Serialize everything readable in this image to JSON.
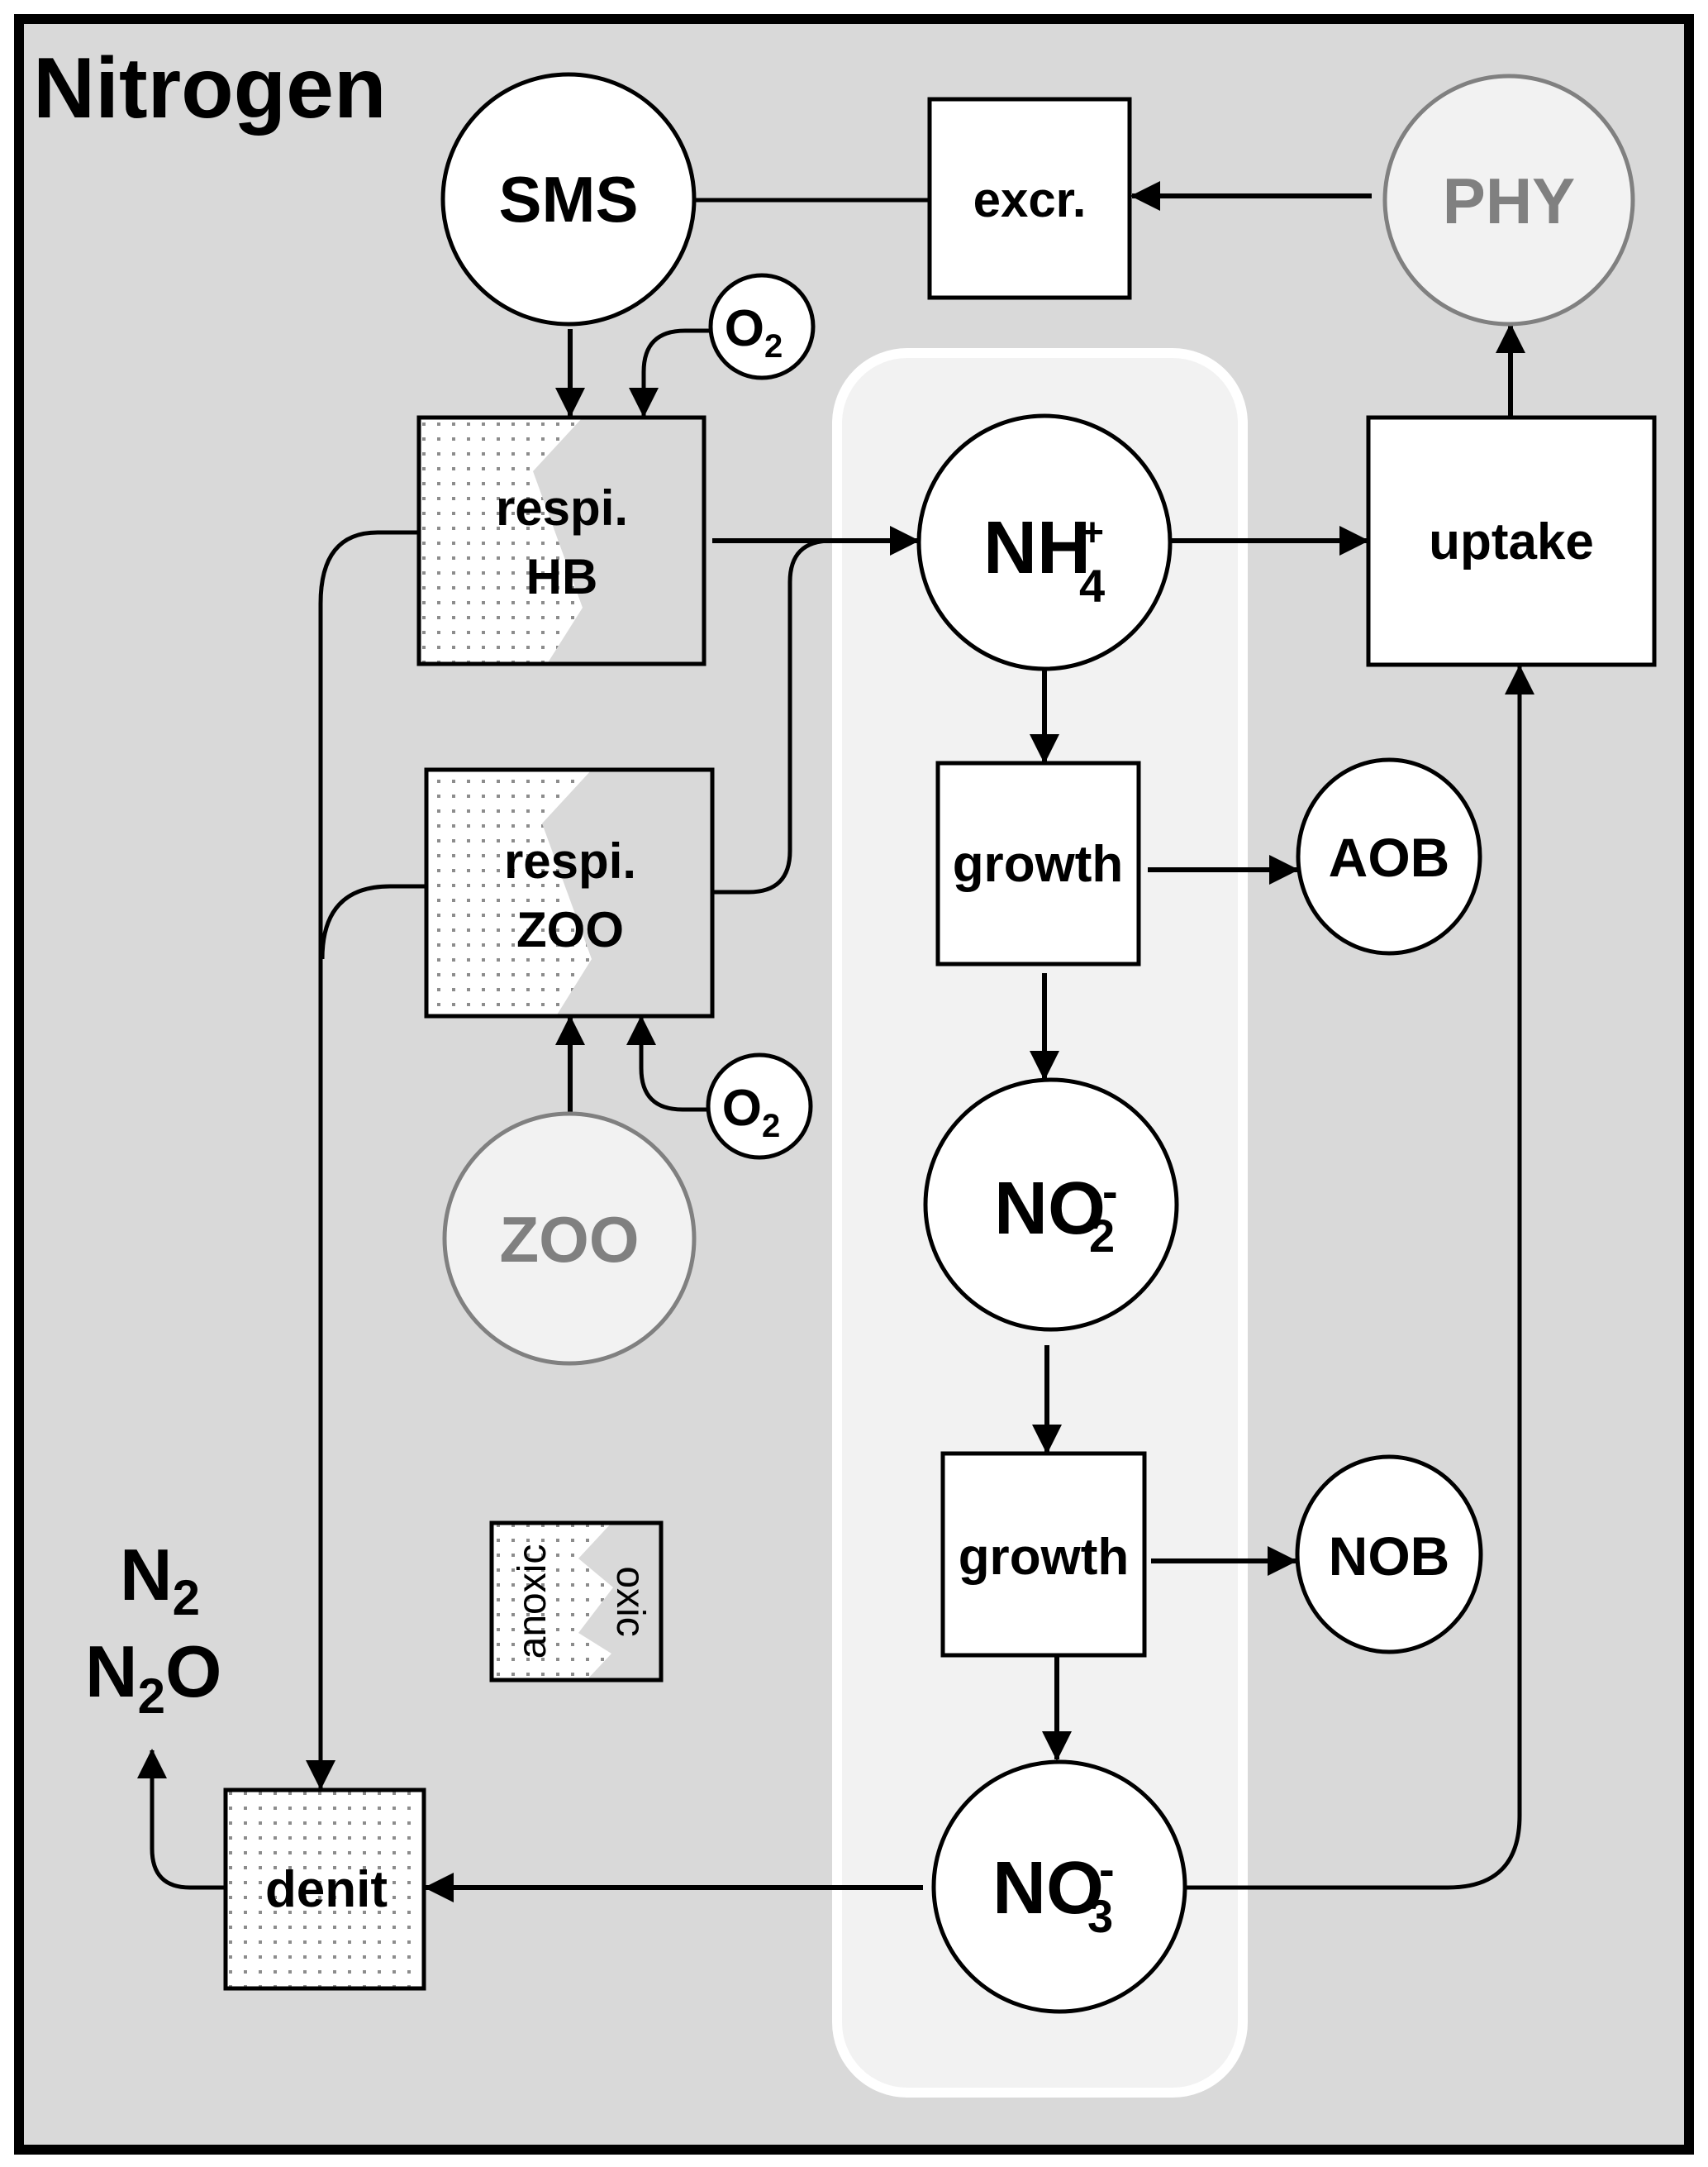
{
  "title": "Nitrogen",
  "colors": {
    "background": "#d9d9d9",
    "panel": "#f2f2f2",
    "panel_border": "#ffffff",
    "outline": "#000000",
    "external_pool": "#808080",
    "stipple": "#8c8c8c"
  },
  "pools": {
    "sms": "SMS",
    "phy": "PHY",
    "zoo": "ZOO",
    "aob": "AOB",
    "nob": "NOB",
    "o2_top": {
      "base": "O",
      "sub": "2"
    },
    "o2_bottom": {
      "base": "O",
      "sub": "2"
    },
    "nh4": {
      "base": "NH",
      "sub": "4",
      "sup": "+"
    },
    "no2": {
      "base": "NO",
      "sub": "2",
      "sup": "-"
    },
    "no3": {
      "base": "NO",
      "sub": "3",
      "sup": "-"
    }
  },
  "processes": {
    "excr": "excr.",
    "uptake": "uptake",
    "respi_hb": {
      "line1": "respi.",
      "line2": "HB"
    },
    "respi_zoo": {
      "line1": "respi.",
      "line2": "ZOO"
    },
    "growth_aob": "growth",
    "growth_nob": "growth",
    "denit": "denit"
  },
  "products": {
    "n2": {
      "base": "N",
      "sub": "2"
    },
    "n2o": {
      "base": "N",
      "sub": "2",
      "tail": "O"
    }
  },
  "legend": {
    "anoxic": "anoxic",
    "oxic": "oxic"
  }
}
